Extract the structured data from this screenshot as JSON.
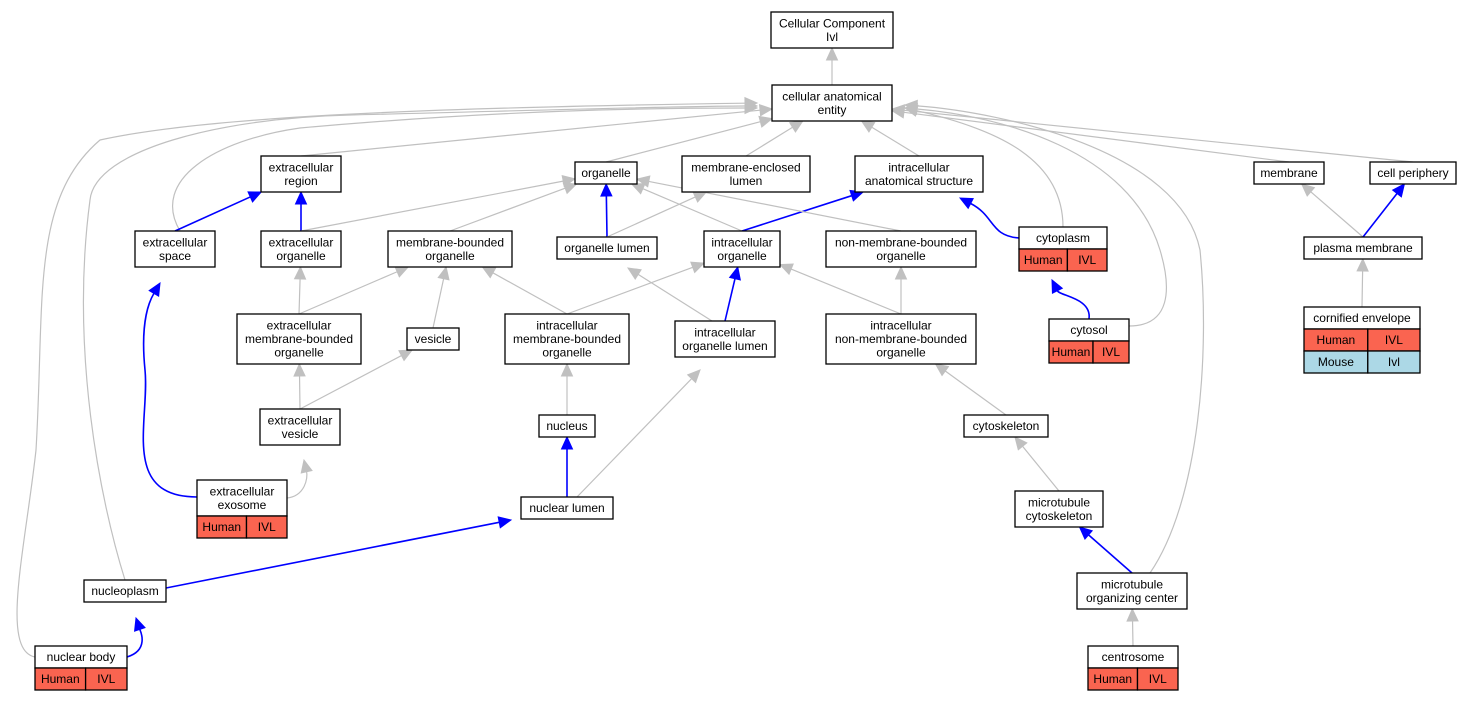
{
  "nodes": {
    "cellular_component": [
      "Cellular Component",
      "Ivl"
    ],
    "cellular_anatomical_entity": [
      "cellular anatomical",
      "entity"
    ],
    "extracellular_region": [
      "extracellular",
      "region"
    ],
    "organelle": [
      "organelle"
    ],
    "membrane_enclosed_lumen": [
      "membrane-enclosed",
      "lumen"
    ],
    "intracellular_anatomical_structure": [
      "intracellular",
      "anatomical structure"
    ],
    "membrane": [
      "membrane"
    ],
    "cell_periphery": [
      "cell periphery"
    ],
    "extracellular_space": [
      "extracellular",
      "space"
    ],
    "extracellular_organelle": [
      "extracellular",
      "organelle"
    ],
    "membrane_bounded_organelle": [
      "membrane-bounded",
      "organelle"
    ],
    "organelle_lumen": [
      "organelle lumen"
    ],
    "intracellular_organelle": [
      "intracellular",
      "organelle"
    ],
    "non_membrane_bounded_organelle": [
      "non-membrane-bounded",
      "organelle"
    ],
    "cytoplasm": [
      "cytoplasm"
    ],
    "plasma_membrane": [
      "plasma membrane"
    ],
    "extracellular_membrane_bounded_organelle": [
      "extracellular",
      "membrane-bounded",
      "organelle"
    ],
    "vesicle": [
      "vesicle"
    ],
    "intracellular_membrane_bounded_organelle": [
      "intracellular",
      "membrane-bounded",
      "organelle"
    ],
    "intracellular_organelle_lumen": [
      "intracellular",
      "organelle lumen"
    ],
    "intracellular_non_membrane_bounded_organelle": [
      "intracellular",
      "non-membrane-bounded",
      "organelle"
    ],
    "cytosol": [
      "cytosol"
    ],
    "cornified_envelope": [
      "cornified envelope"
    ],
    "extracellular_vesicle": [
      "extracellular",
      "vesicle"
    ],
    "nucleus": [
      "nucleus"
    ],
    "cytoskeleton": [
      "cytoskeleton"
    ],
    "extracellular_exosome": [
      "extracellular",
      "exosome"
    ],
    "nuclear_lumen": [
      "nuclear lumen"
    ],
    "microtubule_cytoskeleton": [
      "microtubule",
      "cytoskeleton"
    ],
    "nucleoplasm": [
      "nucleoplasm"
    ],
    "microtubule_organizing_center": [
      "microtubule",
      "organizing center"
    ],
    "nuclear_body": [
      "nuclear body"
    ],
    "centrosome": [
      "centrosome"
    ]
  },
  "annotations": {
    "cytoplasm": [
      [
        "Human",
        "IVL"
      ]
    ],
    "cytosol": [
      [
        "Human",
        "IVL"
      ]
    ],
    "cornified_envelope": [
      [
        "Human",
        "IVL"
      ],
      [
        "Mouse",
        "Ivl"
      ]
    ],
    "extracellular_exosome": [
      [
        "Human",
        "IVL"
      ]
    ],
    "nuclear_body": [
      [
        "Human",
        "IVL"
      ]
    ],
    "centrosome": [
      [
        "Human",
        "IVL"
      ]
    ]
  },
  "edges": [
    {
      "from": "cellular_anatomical_entity",
      "to": "cellular_component",
      "type": "is_a"
    },
    {
      "from": "extracellular_region",
      "to": "cellular_anatomical_entity",
      "type": "is_a"
    },
    {
      "from": "organelle",
      "to": "cellular_anatomical_entity",
      "type": "is_a"
    },
    {
      "from": "membrane_enclosed_lumen",
      "to": "cellular_anatomical_entity",
      "type": "is_a"
    },
    {
      "from": "intracellular_anatomical_structure",
      "to": "cellular_anatomical_entity",
      "type": "is_a"
    },
    {
      "from": "membrane",
      "to": "cellular_anatomical_entity",
      "type": "is_a"
    },
    {
      "from": "cell_periphery",
      "to": "cellular_anatomical_entity",
      "type": "is_a"
    },
    {
      "from": "extracellular_space",
      "to": "cellular_anatomical_entity",
      "type": "is_a"
    },
    {
      "from": "extracellular_space",
      "to": "extracellular_region",
      "type": "part_of"
    },
    {
      "from": "extracellular_organelle",
      "to": "extracellular_region",
      "type": "part_of"
    },
    {
      "from": "extracellular_organelle",
      "to": "organelle",
      "type": "is_a"
    },
    {
      "from": "membrane_bounded_organelle",
      "to": "organelle",
      "type": "is_a"
    },
    {
      "from": "organelle_lumen",
      "to": "organelle",
      "type": "part_of"
    },
    {
      "from": "organelle_lumen",
      "to": "membrane_enclosed_lumen",
      "type": "is_a"
    },
    {
      "from": "intracellular_organelle",
      "to": "organelle",
      "type": "is_a"
    },
    {
      "from": "intracellular_organelle",
      "to": "intracellular_anatomical_structure",
      "type": "part_of"
    },
    {
      "from": "non_membrane_bounded_organelle",
      "to": "organelle",
      "type": "is_a"
    },
    {
      "from": "cytoplasm",
      "to": "intracellular_anatomical_structure",
      "type": "part_of"
    },
    {
      "from": "cytoplasm",
      "to": "cellular_anatomical_entity",
      "type": "is_a"
    },
    {
      "from": "plasma_membrane",
      "to": "membrane",
      "type": "is_a"
    },
    {
      "from": "plasma_membrane",
      "to": "cell_periphery",
      "type": "part_of"
    },
    {
      "from": "extracellular_membrane_bounded_organelle",
      "to": "extracellular_organelle",
      "type": "is_a"
    },
    {
      "from": "extracellular_membrane_bounded_organelle",
      "to": "membrane_bounded_organelle",
      "type": "is_a"
    },
    {
      "from": "vesicle",
      "to": "membrane_bounded_organelle",
      "type": "is_a"
    },
    {
      "from": "intracellular_membrane_bounded_organelle",
      "to": "membrane_bounded_organelle",
      "type": "is_a"
    },
    {
      "from": "intracellular_membrane_bounded_organelle",
      "to": "intracellular_organelle",
      "type": "is_a"
    },
    {
      "from": "intracellular_organelle_lumen",
      "to": "organelle_lumen",
      "type": "is_a"
    },
    {
      "from": "intracellular_organelle_lumen",
      "to": "intracellular_organelle",
      "type": "part_of"
    },
    {
      "from": "intracellular_non_membrane_bounded_organelle",
      "to": "intracellular_organelle",
      "type": "is_a"
    },
    {
      "from": "intracellular_non_membrane_bounded_organelle",
      "to": "non_membrane_bounded_organelle",
      "type": "is_a"
    },
    {
      "from": "cytosol",
      "to": "cytoplasm",
      "type": "part_of"
    },
    {
      "from": "cytosol",
      "to": "cellular_anatomical_entity",
      "type": "is_a"
    },
    {
      "from": "cornified_envelope",
      "to": "plasma_membrane",
      "type": "is_a"
    },
    {
      "from": "extracellular_vesicle",
      "to": "extracellular_membrane_bounded_organelle",
      "type": "is_a"
    },
    {
      "from": "extracellular_vesicle",
      "to": "vesicle",
      "type": "is_a"
    },
    {
      "from": "nucleus",
      "to": "intracellular_membrane_bounded_organelle",
      "type": "is_a"
    },
    {
      "from": "cytoskeleton",
      "to": "intracellular_non_membrane_bounded_organelle",
      "type": "is_a"
    },
    {
      "from": "extracellular_exosome",
      "to": "extracellular_vesicle",
      "type": "is_a"
    },
    {
      "from": "extracellular_exosome",
      "to": "extracellular_space",
      "type": "part_of"
    },
    {
      "from": "nuclear_lumen",
      "to": "nucleus",
      "type": "part_of"
    },
    {
      "from": "nuclear_lumen",
      "to": "intracellular_organelle_lumen",
      "type": "is_a"
    },
    {
      "from": "microtubule_cytoskeleton",
      "to": "cytoskeleton",
      "type": "is_a"
    },
    {
      "from": "nucleoplasm",
      "to": "nuclear_lumen",
      "type": "part_of"
    },
    {
      "from": "nucleoplasm",
      "to": "cellular_anatomical_entity",
      "type": "is_a"
    },
    {
      "from": "microtubule_organizing_center",
      "to": "microtubule_cytoskeleton",
      "type": "part_of"
    },
    {
      "from": "microtubule_organizing_center",
      "to": "cellular_anatomical_entity",
      "type": "is_a"
    },
    {
      "from": "nuclear_body",
      "to": "nucleoplasm",
      "type": "part_of"
    },
    {
      "from": "nuclear_body",
      "to": "cellular_anatomical_entity",
      "type": "is_a"
    },
    {
      "from": "centrosome",
      "to": "microtubule_organizing_center",
      "type": "is_a"
    }
  ]
}
